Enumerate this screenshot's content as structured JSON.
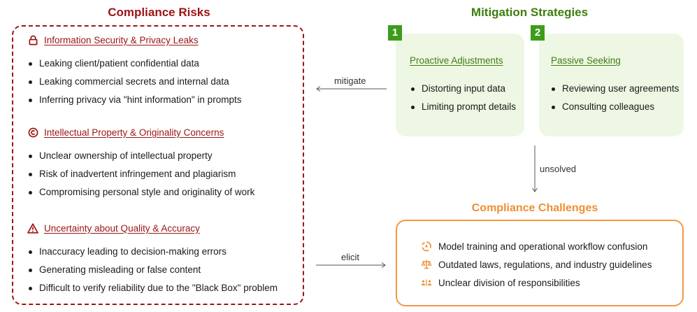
{
  "risks": {
    "title": "Compliance Risks",
    "sections": [
      {
        "icon": "lock-icon",
        "title": "Information Security & Privacy Leaks",
        "items": [
          "Leaking client/patient confidential data",
          "Leaking commercial secrets and internal data",
          "Inferring privacy via \"hint information\" in prompts"
        ]
      },
      {
        "icon": "copyright-icon",
        "title": "Intellectual Property & Originality Concerns",
        "items": [
          "Unclear ownership of intellectual property",
          "Risk of inadvertent infringement and plagiarism",
          "Compromising personal style and originality of work"
        ]
      },
      {
        "icon": "warning-icon",
        "title": "Uncertainty about Quality & Accuracy",
        "items": [
          "Inaccuracy leading to decision-making errors",
          "Generating misleading or false content",
          "Difficult to verify reliability due to the \"Black Box\" problem"
        ]
      }
    ]
  },
  "arrows": {
    "mitigate": "mitigate",
    "elicit": "elicit",
    "unsolved": "unsolved"
  },
  "mitigation": {
    "title": "Mitigation Strategies",
    "cards": [
      {
        "number": "1",
        "title": "Proactive Adjustments",
        "items": [
          "Distorting input data",
          "Limiting prompt details"
        ]
      },
      {
        "number": "2",
        "title": "Passive Seeking",
        "items": [
          "Reviewing user agreements",
          "Consulting colleagues"
        ]
      }
    ]
  },
  "challenges": {
    "title": "Compliance Challenges",
    "items": [
      {
        "icon": "workflow-cycle-icon",
        "text": "Model training and operational workflow confusion"
      },
      {
        "icon": "scales-icon",
        "text": "Outdated laws, regulations, and industry guidelines"
      },
      {
        "icon": "people-divide-icon",
        "text": "Unclear division of responsibilities"
      }
    ]
  },
  "colors": {
    "risk_red": "#9b1313",
    "mitigation_green": "#3e7d10",
    "badge_green": "#3d9c1b",
    "card_bg": "#eef7e3",
    "challenge_orange": "#ef8f32"
  }
}
